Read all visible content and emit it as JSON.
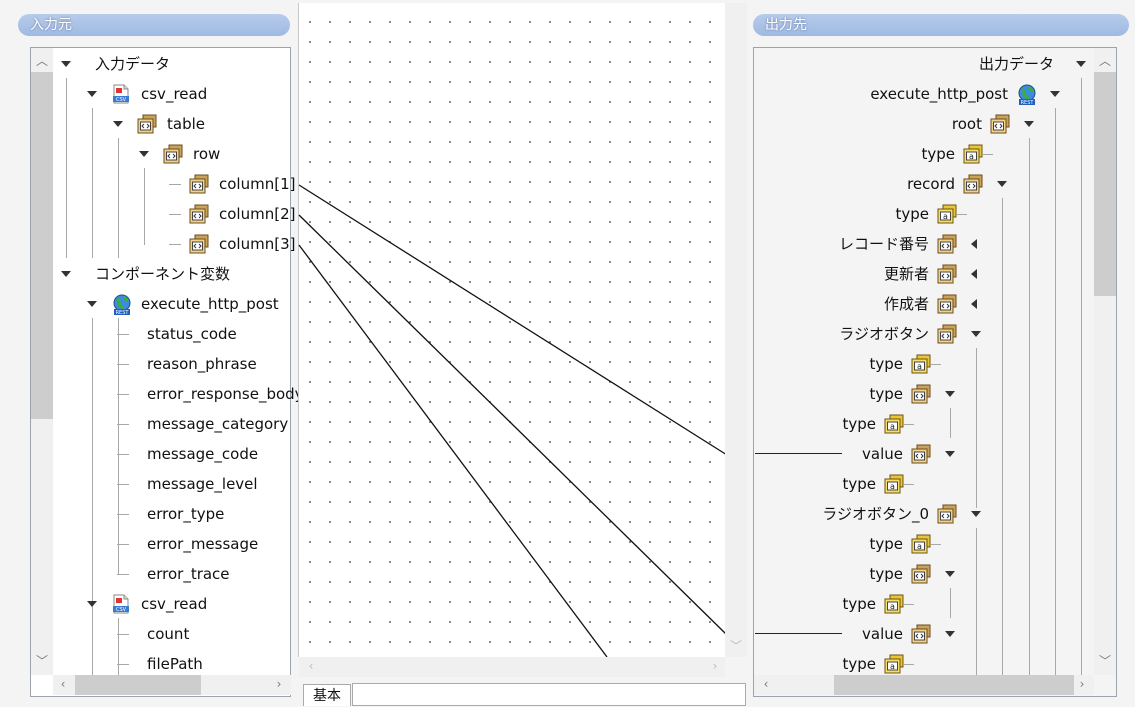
{
  "left_panel": {
    "title": "入力元",
    "tree": [
      {
        "label": "入力データ",
        "type": "none",
        "expander": "down"
      },
      {
        "label": "csv_read",
        "type": "csv-file",
        "expander": "down"
      },
      {
        "label": "table",
        "type": "element",
        "expander": "down"
      },
      {
        "label": "row",
        "type": "element",
        "expander": "down"
      },
      {
        "label": "column[1]",
        "type": "element",
        "expander": "none"
      },
      {
        "label": "column[2]",
        "type": "element",
        "expander": "none"
      },
      {
        "label": "column[3]",
        "type": "element",
        "expander": "none"
      },
      {
        "label": "コンポーネント変数",
        "type": "none",
        "expander": "down"
      },
      {
        "label": "execute_http_post",
        "type": "globe-rest",
        "expander": "down"
      },
      {
        "label": "status_code",
        "type": "none",
        "expander": "none"
      },
      {
        "label": "reason_phrase",
        "type": "none",
        "expander": "none"
      },
      {
        "label": "error_response_body",
        "type": "none",
        "expander": "none"
      },
      {
        "label": "message_category",
        "type": "none",
        "expander": "none"
      },
      {
        "label": "message_code",
        "type": "none",
        "expander": "none"
      },
      {
        "label": "message_level",
        "type": "none",
        "expander": "none"
      },
      {
        "label": "error_type",
        "type": "none",
        "expander": "none"
      },
      {
        "label": "error_message",
        "type": "none",
        "expander": "none"
      },
      {
        "label": "error_trace",
        "type": "none",
        "expander": "none"
      },
      {
        "label": "csv_read",
        "type": "csv-file",
        "expander": "down"
      },
      {
        "label": "count",
        "type": "none",
        "expander": "none"
      },
      {
        "label": "filePath",
        "type": "none",
        "expander": "none"
      }
    ]
  },
  "right_panel": {
    "title": "出力先",
    "tree": [
      {
        "label": "出力データ",
        "type": "none",
        "expander": "down"
      },
      {
        "label": "execute_http_post",
        "type": "globe-rest",
        "expander": "down"
      },
      {
        "label": "root",
        "type": "element",
        "expander": "down"
      },
      {
        "label": "type",
        "type": "attribute",
        "expander": "none"
      },
      {
        "label": "record",
        "type": "element",
        "expander": "down"
      },
      {
        "label": "type",
        "type": "attribute",
        "expander": "none"
      },
      {
        "label": "レコード番号",
        "type": "element",
        "expander": "left"
      },
      {
        "label": "更新者",
        "type": "element",
        "expander": "left"
      },
      {
        "label": "作成者",
        "type": "element",
        "expander": "left"
      },
      {
        "label": "ラジオボタン",
        "type": "element",
        "expander": "down"
      },
      {
        "label": "type",
        "type": "attribute",
        "expander": "none"
      },
      {
        "label": "type",
        "type": "element",
        "expander": "down"
      },
      {
        "label": "type",
        "type": "attribute",
        "expander": "none"
      },
      {
        "label": "value",
        "type": "element",
        "expander": "down"
      },
      {
        "label": "type",
        "type": "attribute",
        "expander": "none"
      },
      {
        "label": "ラジオボタン_0",
        "type": "element",
        "expander": "down"
      },
      {
        "label": "type",
        "type": "attribute",
        "expander": "none"
      },
      {
        "label": "type",
        "type": "element",
        "expander": "down"
      },
      {
        "label": "type",
        "type": "attribute",
        "expander": "none"
      },
      {
        "label": "value",
        "type": "element",
        "expander": "down"
      },
      {
        "label": "type",
        "type": "attribute",
        "expander": "none"
      }
    ]
  },
  "bottom_tabs": {
    "active_tab": "基本"
  }
}
